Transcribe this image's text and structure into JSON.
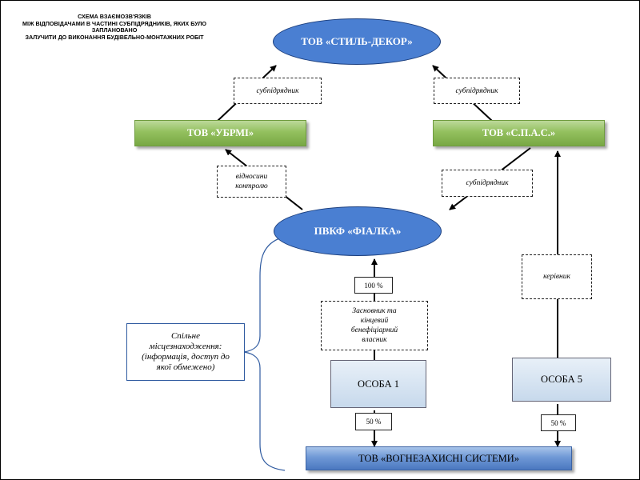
{
  "title": {
    "line1": "СХЕМА ВЗАЄМОЗВ'ЯЗКІВ",
    "line2": "МІЖ ВІДПОВІДАЧАМИ В ЧАСТИНІ СУБПІДРЯДНИКІВ, ЯКИХ БУЛО ЗАПЛАНОВАНО",
    "line3": "ЗАЛУЧИТИ ДО ВИКОНАННЯ БУДІВЕЛЬНО-МОНТАЖНИХ РОБІТ"
  },
  "nodes": {
    "stil_dekor": "ТОВ «СТИЛЬ-ДЕКОР»",
    "ubrmi": "ТОВ «УБРМІ»",
    "spas": "ТОВ «С.П.А.С.»",
    "fialka": "ПВКФ «ФІАЛКА»",
    "osoba1": "ОСОБА 1",
    "osoba5": "ОСОБА 5",
    "vohnezakhysni": "ТОВ «ВОГНЕЗАХИСНІ СИСТЕМИ»"
  },
  "labels": {
    "subcontractor_left": "субпідрядник",
    "subcontractor_right": "субпідрядник",
    "control_line1": "відносини",
    "control_line2": "контролю",
    "subcontractor_spas_fialka": "субпідрядник",
    "founder_line1": "Засновник та",
    "founder_line2": "кінцевий",
    "founder_line3": "бенефіціарний",
    "founder_line4": "власник",
    "head": "керівник",
    "pct_100": "100 %",
    "pct_50_left": "50 %",
    "pct_50_right": "50 %"
  },
  "note": {
    "line1": "Спільне",
    "line2": "місцезнаходження:",
    "line3": "(інформація, доступ до",
    "line4": "якої обмежено)"
  },
  "colors": {
    "ellipse_fill": "#4a7fd2",
    "green_box": "#8cbb56",
    "blue_bar": "#6f98d6",
    "person_box": "#c7d9ec"
  }
}
